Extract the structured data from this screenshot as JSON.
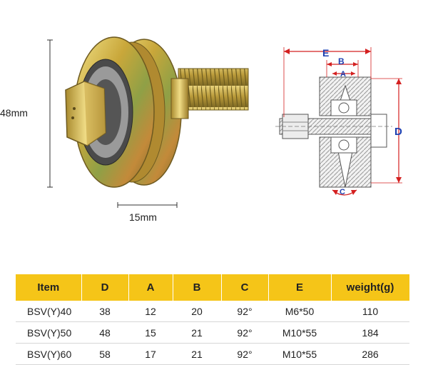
{
  "product_labels": {
    "height_dim": "48mm",
    "width_dim": "15mm"
  },
  "diagram": {
    "labels": {
      "E": "E",
      "B": "B",
      "A": "A",
      "D": "D",
      "C": "C"
    }
  },
  "table": {
    "headers": [
      "Item",
      "D",
      "A",
      "B",
      "C",
      "E",
      "weight(g)"
    ],
    "rows": [
      [
        "BSV(Y)40",
        "38",
        "12",
        "20",
        "92°",
        "M6*50",
        "110"
      ],
      [
        "BSV(Y)50",
        "48",
        "15",
        "21",
        "92°",
        "M10*55",
        "184"
      ],
      [
        "BSV(Y)60",
        "58",
        "17",
        "21",
        "92°",
        "M10*55",
        "286"
      ]
    ]
  },
  "colors": {
    "header_bg": "#f5c518",
    "dimension_red": "#d42020",
    "label_blue": "#1e3fb0"
  }
}
